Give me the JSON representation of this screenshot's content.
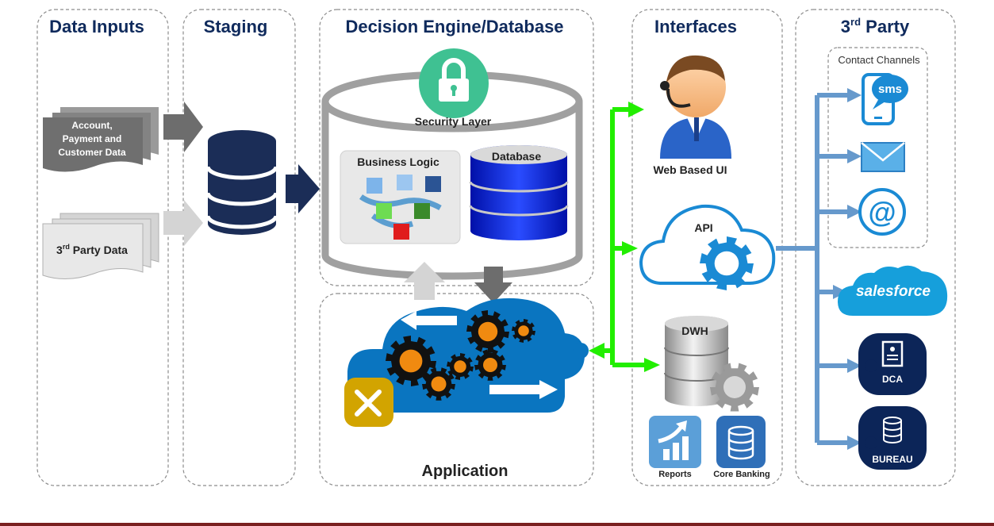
{
  "columns": {
    "data_inputs": "Data Inputs",
    "staging": "Staging",
    "decision_engine": "Decision Engine/Database",
    "interfaces": "Interfaces",
    "third_party": "3",
    "third_party_sup": "rd",
    "third_party_rest": " Party"
  },
  "inputs": {
    "account_line1": "Account,",
    "account_line2": "Payment and",
    "account_line3": "Customer Data",
    "third_party_data_a": "3",
    "third_party_data_sup": "rd",
    "third_party_data_b": " Party Data"
  },
  "engine": {
    "security_layer": "Security Layer",
    "business_logic": "Business Logic",
    "database": "Database",
    "application": "Application"
  },
  "interfaces": {
    "web_ui": "Web Based UI",
    "api": "API",
    "dwh": "DWH",
    "reports": "Reports",
    "core_banking": "Core Banking"
  },
  "third_party_items": {
    "contact_channels": "Contact Channels",
    "sms": "sms",
    "email_at": "@",
    "salesforce": "salesforce",
    "dca": "DCA",
    "bureau": "BUREAU"
  },
  "colors": {
    "header": "#0f2a5c",
    "green_link": "#22ee00",
    "blue_link": "#6699cc",
    "cloud_blue": "#0a75c0",
    "navy": "#0f2a5c"
  },
  "icons": [
    "lock-icon",
    "database-icon",
    "cube-network-icon",
    "gear-icon",
    "agent-icon",
    "cloud-icon",
    "server-icon",
    "reports-icon",
    "mobile-sms-icon",
    "envelope-icon",
    "at-sign-icon",
    "salesforce-icon",
    "document-icon",
    "tools-icon"
  ]
}
